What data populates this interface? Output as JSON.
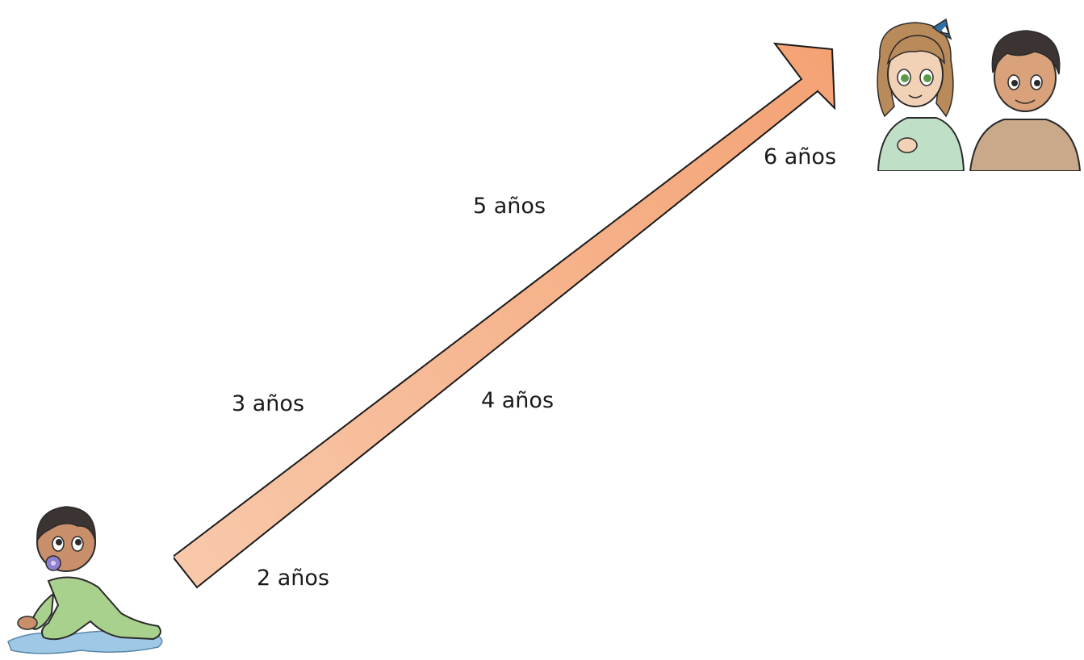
{
  "timeline": {
    "ages": [
      "2 años",
      "3 años",
      "4 años",
      "5 años",
      "6 años"
    ]
  },
  "colors": {
    "arrow_start": "#f8c9ab",
    "arrow_end": "#f4a274",
    "arrow_outline": "#1a1a1a",
    "baby_suit": "#a9d18e",
    "water": "#9fc8e6",
    "girl_dress": "#bfe0c6",
    "boy_shirt": "#c9a98a",
    "hair_dark": "#3b3433",
    "hair_brown": "#b98a5a",
    "bow": "#2f6fa8"
  },
  "illustrations": {
    "left": "baby-crawling-with-pacifier",
    "right": "girl-and-boy-children"
  }
}
